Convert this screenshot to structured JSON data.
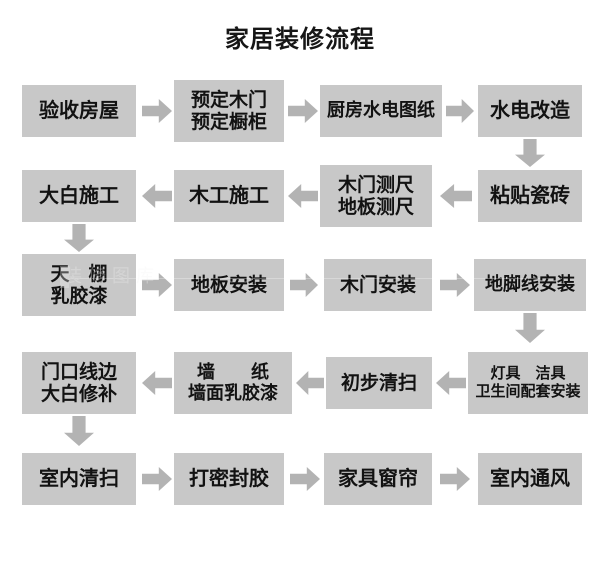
{
  "title": "家居装修流程",
  "colors": {
    "node_fill": "#c8c8c8",
    "arrow_fill": "#b3b3b3",
    "text": "#121212",
    "background": "#ffffff"
  },
  "watermark": {
    "text": "装修图库"
  },
  "flow": {
    "rows": [
      {
        "id": "row-1",
        "direction": "right",
        "nodes": [
          {
            "id": "n1",
            "lines": [
              "验收房屋"
            ]
          },
          {
            "id": "n2",
            "lines": [
              "预定木门",
              "预定橱柜"
            ]
          },
          {
            "id": "n3",
            "lines": [
              "厨房水电图纸"
            ]
          },
          {
            "id": "n4",
            "lines": [
              "水电改造"
            ]
          }
        ]
      },
      {
        "id": "row-2",
        "direction": "left",
        "nodes": [
          {
            "id": "n8",
            "lines": [
              "大白施工"
            ]
          },
          {
            "id": "n7",
            "lines": [
              "木工施工"
            ]
          },
          {
            "id": "n6",
            "lines": [
              "木门测尺",
              "地板测尺"
            ]
          },
          {
            "id": "n5",
            "lines": [
              "粘贴瓷砖"
            ]
          }
        ]
      },
      {
        "id": "row-3",
        "direction": "right",
        "nodes": [
          {
            "id": "n9",
            "lines": [
              "天　棚",
              "乳胶漆"
            ]
          },
          {
            "id": "n10",
            "lines": [
              "地板安装"
            ]
          },
          {
            "id": "n11",
            "lines": [
              "木门安装"
            ]
          },
          {
            "id": "n12",
            "lines": [
              "地脚线安装"
            ]
          }
        ]
      },
      {
        "id": "row-4",
        "direction": "left",
        "nodes": [
          {
            "id": "n16",
            "lines": [
              "门口线边",
              "大白修补"
            ]
          },
          {
            "id": "n15",
            "lines": [
              "墙　　纸",
              "墙面乳胶漆"
            ]
          },
          {
            "id": "n14",
            "lines": [
              "初步清扫"
            ]
          },
          {
            "id": "n13",
            "lines": [
              "灯具　洁具",
              "卫生间配套安装"
            ]
          }
        ]
      },
      {
        "id": "row-5",
        "direction": "right",
        "nodes": [
          {
            "id": "n17",
            "lines": [
              "室内清扫"
            ]
          },
          {
            "id": "n18",
            "lines": [
              "打密封胶"
            ]
          },
          {
            "id": "n19",
            "lines": [
              "家具窗帘"
            ]
          },
          {
            "id": "n20",
            "lines": [
              "室内通风"
            ]
          }
        ]
      }
    ],
    "vertical_connectors": [
      {
        "id": "v1",
        "from": "n4",
        "to": "n5",
        "side": "right"
      },
      {
        "id": "v2",
        "from": "n8",
        "to": "n9",
        "side": "left"
      },
      {
        "id": "v3",
        "from": "n12",
        "to": "n13",
        "side": "right"
      },
      {
        "id": "v4",
        "from": "n16",
        "to": "n17",
        "side": "left"
      }
    ]
  }
}
